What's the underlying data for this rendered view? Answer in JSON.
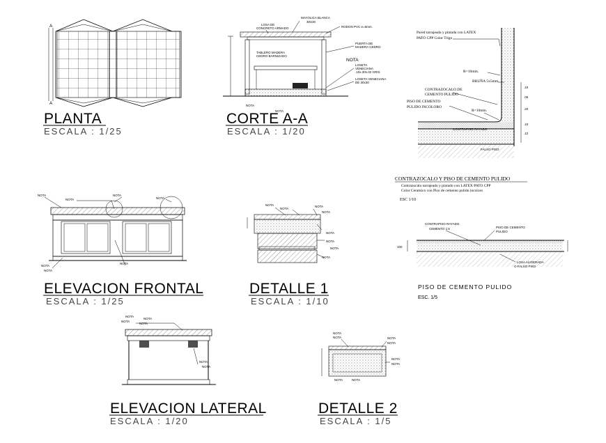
{
  "planta": {
    "marker": "A",
    "title": "PLANTA",
    "scale": "ESCALA : 1/25"
  },
  "corte": {
    "title": "CORTE A-A",
    "scale": "ESCALA : 1/20",
    "labels": {
      "mayolica": "MAYOLICA BLANCA",
      "mayolica_size": "30X30",
      "losa": "LOSA DE",
      "losa2": "CONCRETO ARMADO",
      "rodon": "RODON PVC e=6mm.",
      "tablero": "TABLERO MADERA",
      "tablero2": "CEDRO BARNIZADO",
      "puerta": "PUERTA DE",
      "puerta2": "MADERA CEDRO",
      "loseta": "LOSETA",
      "loseta2": "VENECIANA",
      "loseta3": ".10x.30x.02 GRIS",
      "loseta_v": "LOSETA VENECIANA",
      "loseta_v2": "DE 30x30",
      "nota": "NOTA"
    }
  },
  "contrazocalo": {
    "pared": "Pared tarrajeada y pintada con LATEX",
    "pared2": "PATO CPP Color Trigo",
    "r10a": "R=10mm.",
    "bruna": "BRUÑA 5x5mm.",
    "czc": "CONTRAZOCALO DE",
    "czc2": "CEMENTO PULIDO",
    "piso": "PISO DE CEMENTO",
    "piso2": "PULIDO INCOLORO",
    "r10b": "R=10mm.",
    "contrapiso": "CONTRAPISO RAYADO",
    "falso": "FALSO PISO",
    "dims": [
      ".10",
      ".05",
      ".20",
      ".10",
      ".12"
    ],
    "title": "CONTRAZOCALO Y PISO DE CEMENTO PULIDO",
    "desc1": "Contrazocalo tarrajeado y pintado con LATEX PATO CPP",
    "desc2": "Color Ceramico con Piso de cemento pulido incoloro",
    "scale": "ESC 1/10"
  },
  "elevacion_frontal": {
    "title": "ELEVACION FRONTAL",
    "scale": "ESCALA : 1/25",
    "nota": "NOTA"
  },
  "detalle1": {
    "title": "DETALLE 1",
    "scale": "ESCALA : 1/10",
    "nota": "NOTA"
  },
  "piso_cemento": {
    "contrapiso": "CONTRAPISO RAYADO.",
    "cemento": "CEMENTO 1:5",
    "piso": "PISO DE CEMENTO",
    "pulido": "PULIDO",
    "losa": "LOSA ALIGERADA",
    "falso": "O FALSO PISO",
    "dim_left": "100",
    "title": "PISO DE CEMENTO PULIDO",
    "scale": "ESC. 1/5"
  },
  "elevacion_lateral": {
    "title": "ELEVACION LATERAL",
    "scale": "ESCALA : 1/20",
    "nota": "NOTA"
  },
  "detalle2": {
    "title": "DETALLE 2",
    "scale": "ESCALA : 1/5",
    "nota": "NOTA"
  }
}
